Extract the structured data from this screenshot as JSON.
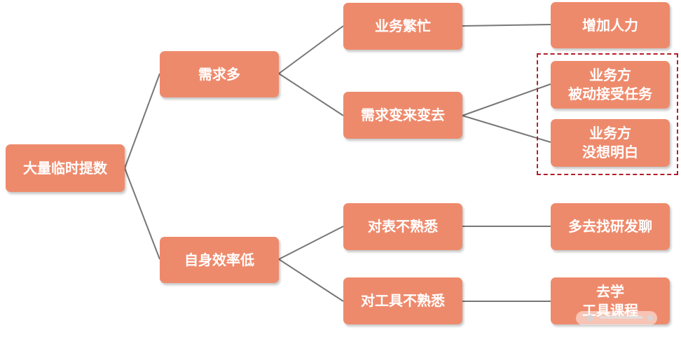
{
  "colors": {
    "node_fill": "#EE8A6C",
    "node_text": "#FFFFFF",
    "connector": "#777777",
    "highlight_border": "#B4202A"
  },
  "nodes": {
    "root": {
      "lines": [
        "大量临时提数"
      ]
    },
    "demand_many": {
      "lines": [
        "需求多"
      ]
    },
    "low_efficiency": {
      "lines": [
        "自身效率低"
      ]
    },
    "busy": {
      "lines": [
        "业务繁忙"
      ]
    },
    "changing": {
      "lines": [
        "需求变来变去"
      ]
    },
    "unfamiliar_tables": {
      "lines": [
        "对表不熟悉"
      ]
    },
    "unfamiliar_tools": {
      "lines": [
        "对工具不熟悉"
      ]
    },
    "add_staff": {
      "lines": [
        "增加人力"
      ]
    },
    "passive": {
      "lines": [
        "业务方",
        "被动接受任务"
      ]
    },
    "unclear": {
      "lines": [
        "业务方",
        "没想明白"
      ]
    },
    "chat_devs": {
      "lines": [
        "多去找研发聊"
      ]
    },
    "courses": {
      "lines": [
        "去学",
        "工具课程"
      ]
    }
  }
}
